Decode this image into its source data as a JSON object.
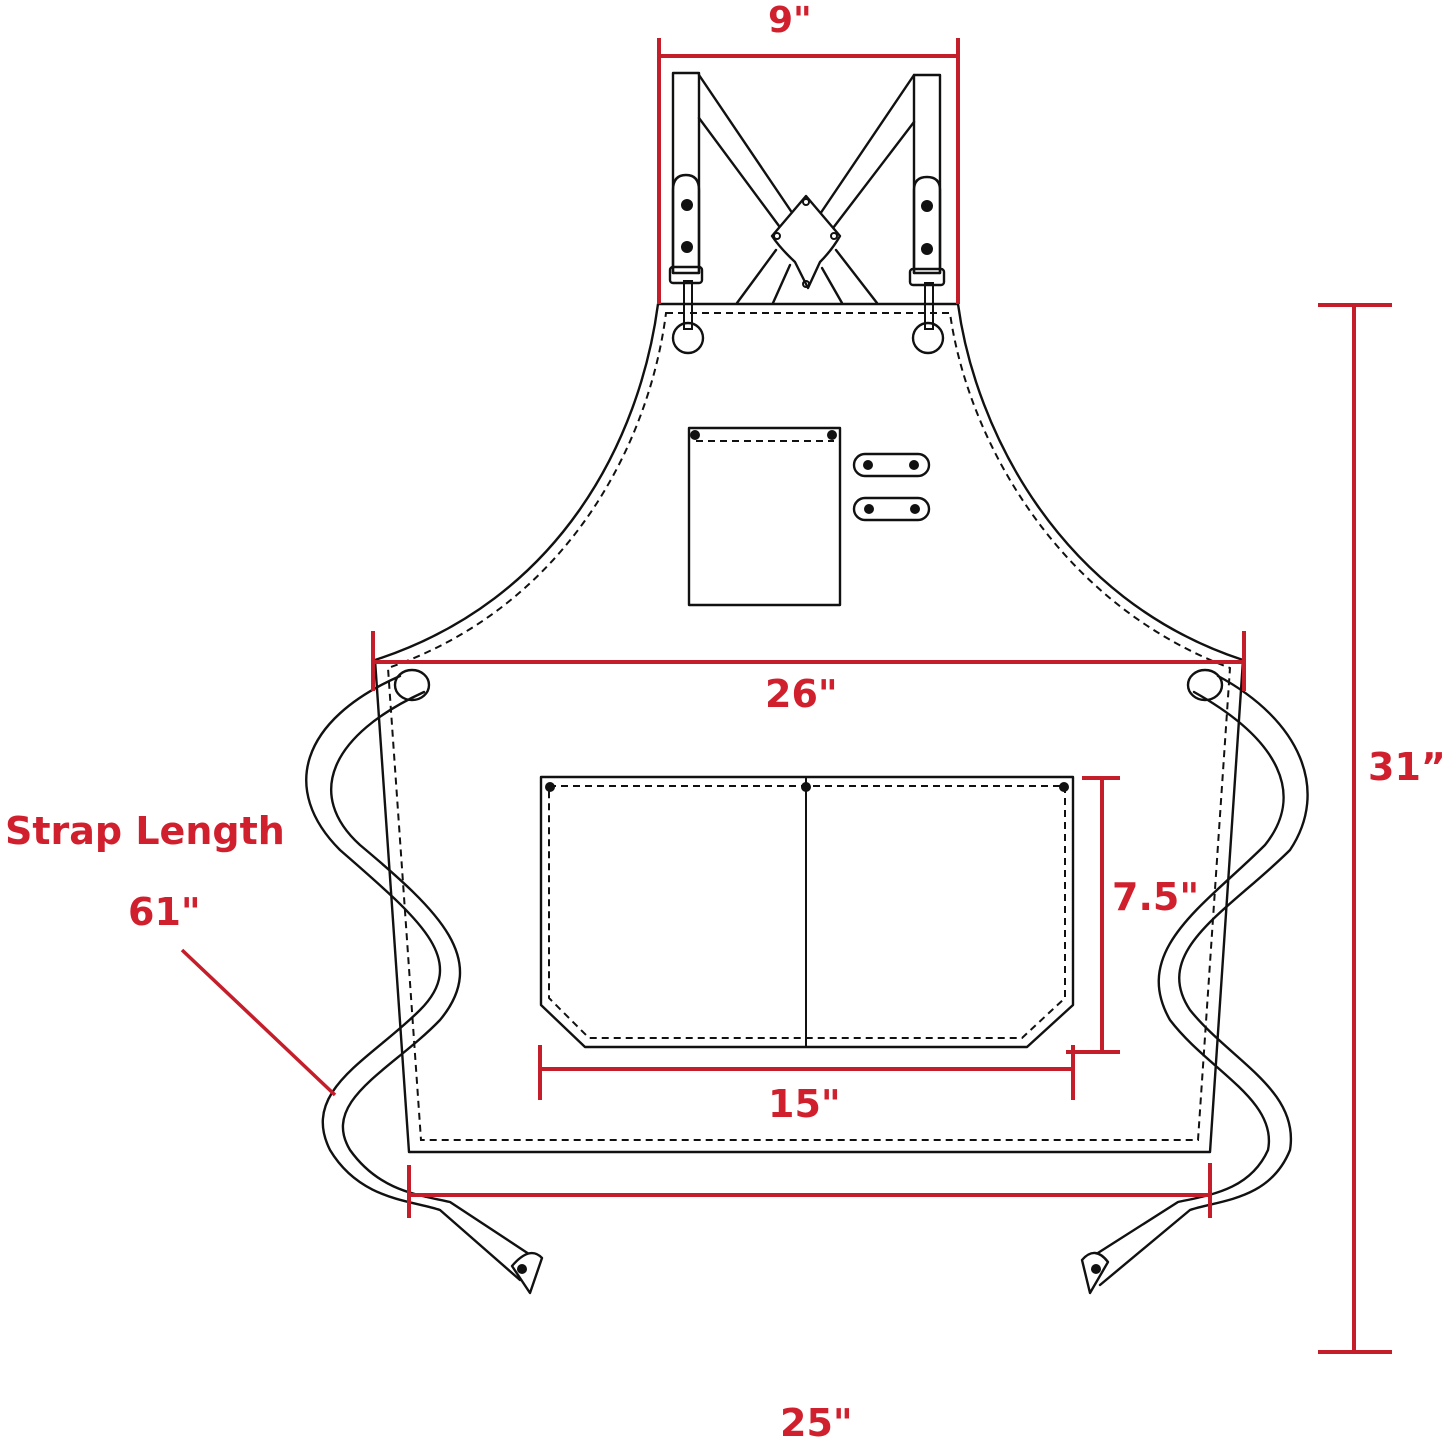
{
  "diagram": {
    "subject": "Apron size diagram",
    "colors": {
      "dimension": "#c41e2a",
      "label": "#d0202e",
      "outline": "#111111",
      "background": "#ffffff"
    },
    "dimensions": {
      "neck_strap_width": "9\"",
      "chest_width": "26\"",
      "total_length": "31”",
      "pocket_height": "7.5\"",
      "pocket_width": "15\"",
      "bottom_width": "25\"",
      "strap_length_title": "Strap Length",
      "strap_length_value": "61\""
    },
    "parts": [
      "cross-back straps",
      "diamond leather patch",
      "adjustment buckles",
      "D-rings",
      "chest pocket",
      "pen loops",
      "side grommets",
      "waist ties",
      "double front pocket",
      "stitched hem"
    ]
  }
}
